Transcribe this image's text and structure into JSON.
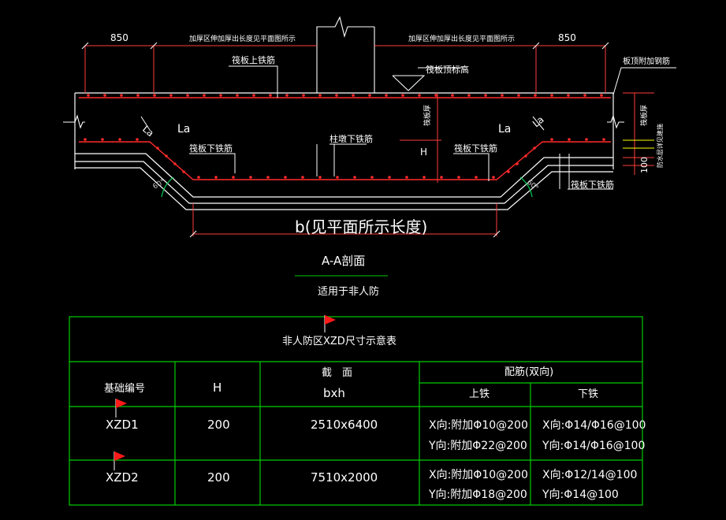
{
  "colors": {
    "background": "#000000",
    "outline": "#ffffff",
    "dimension": "#ff3b3b",
    "rebar": "#ff2a2a",
    "level": "#ffff00",
    "table_border": "#00cc00",
    "angle": "#00cc55",
    "flag": "#ff1a1a"
  },
  "section": {
    "dim_left": "850",
    "dim_right": "850",
    "note_left": "加厚区伸加厚出长度见平面图所示",
    "note_right": "加厚区伸加厚出长度见平面图所示",
    "raft_top_bar": "筏板上铁筋",
    "raft_top_elevation": "筏板顶标高",
    "top_additional_bar": "板顶附加钢筋",
    "raft_thickness_right": "筏板厚",
    "raft_thickness_mid": "筏板厚",
    "depth_h": "H",
    "la_left": "La",
    "la_right": "La",
    "la_left_slope": "La",
    "la_right_slope": "La",
    "raft_bottom_bar_left": "筏板下铁筋",
    "raft_bottom_bar_right": "筏板下铁筋",
    "column_pier_bottom_bar": "柱墩下铁筋",
    "raft_bottom_bar_lower": "筏板下铁筋",
    "waterproof_layer": "防水层详见建施",
    "cushion": "100",
    "angle_left": "60°",
    "angle_right": "60°",
    "width_label": "b(见平面所示长度)",
    "title": "A-A剖面",
    "subtitle": "适用于非人防"
  },
  "table": {
    "title": "非人防区XZD尺寸示意表",
    "headers": {
      "id": "基础编号",
      "h": "H",
      "section": "截　面",
      "section_sub": "bxh",
      "rebar": "配筋(双向)",
      "top": "上铁",
      "bottom": "下铁"
    },
    "rows": [
      {
        "id": "XZD1",
        "h": "200",
        "section": "2510x6400",
        "top_x": "X向:附加Φ10@200",
        "top_y": "Y向:附加Φ22@200",
        "bottom_x": "X向:Φ14/Φ16@100",
        "bottom_y": "Y向:Φ14/Φ16@100"
      },
      {
        "id": "XZD2",
        "h": "200",
        "section": "7510x2000",
        "top_x": "X向:附加Φ10@200",
        "top_y": "Y向:附加Φ18@200",
        "bottom_x": "X向:Φ12/14@100",
        "bottom_y": "Y向:Φ14@100"
      }
    ]
  }
}
